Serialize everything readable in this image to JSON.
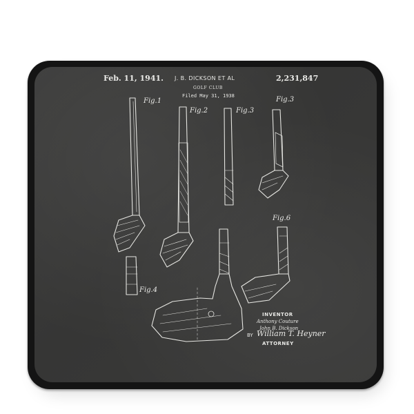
{
  "header": {
    "date": "Feb. 11, 1941.",
    "inventor_short": "J. B. DICKSON ET AL",
    "patent_number": "2,231,847",
    "title": "GOLF CLUB",
    "filed": "Filed May 31, 1938"
  },
  "figures": {
    "fig1": "Fig.1",
    "fig2": "Fig.2",
    "fig3": "Fig.3",
    "fig3b": "Fig.3",
    "fig4": "Fig.4",
    "fig6": "Fig.6"
  },
  "footer": {
    "inventor_label": "INVENTOR",
    "inventor1": "Anthony Couture",
    "inventor2": "John B. Dickson",
    "by": "BY",
    "signature": "William T. Heyner",
    "attorney_label": "ATTORNEY"
  },
  "colors": {
    "mat_border": "#141414",
    "chalkboard": "#3a3a39",
    "ink": "#e9e9e6"
  }
}
